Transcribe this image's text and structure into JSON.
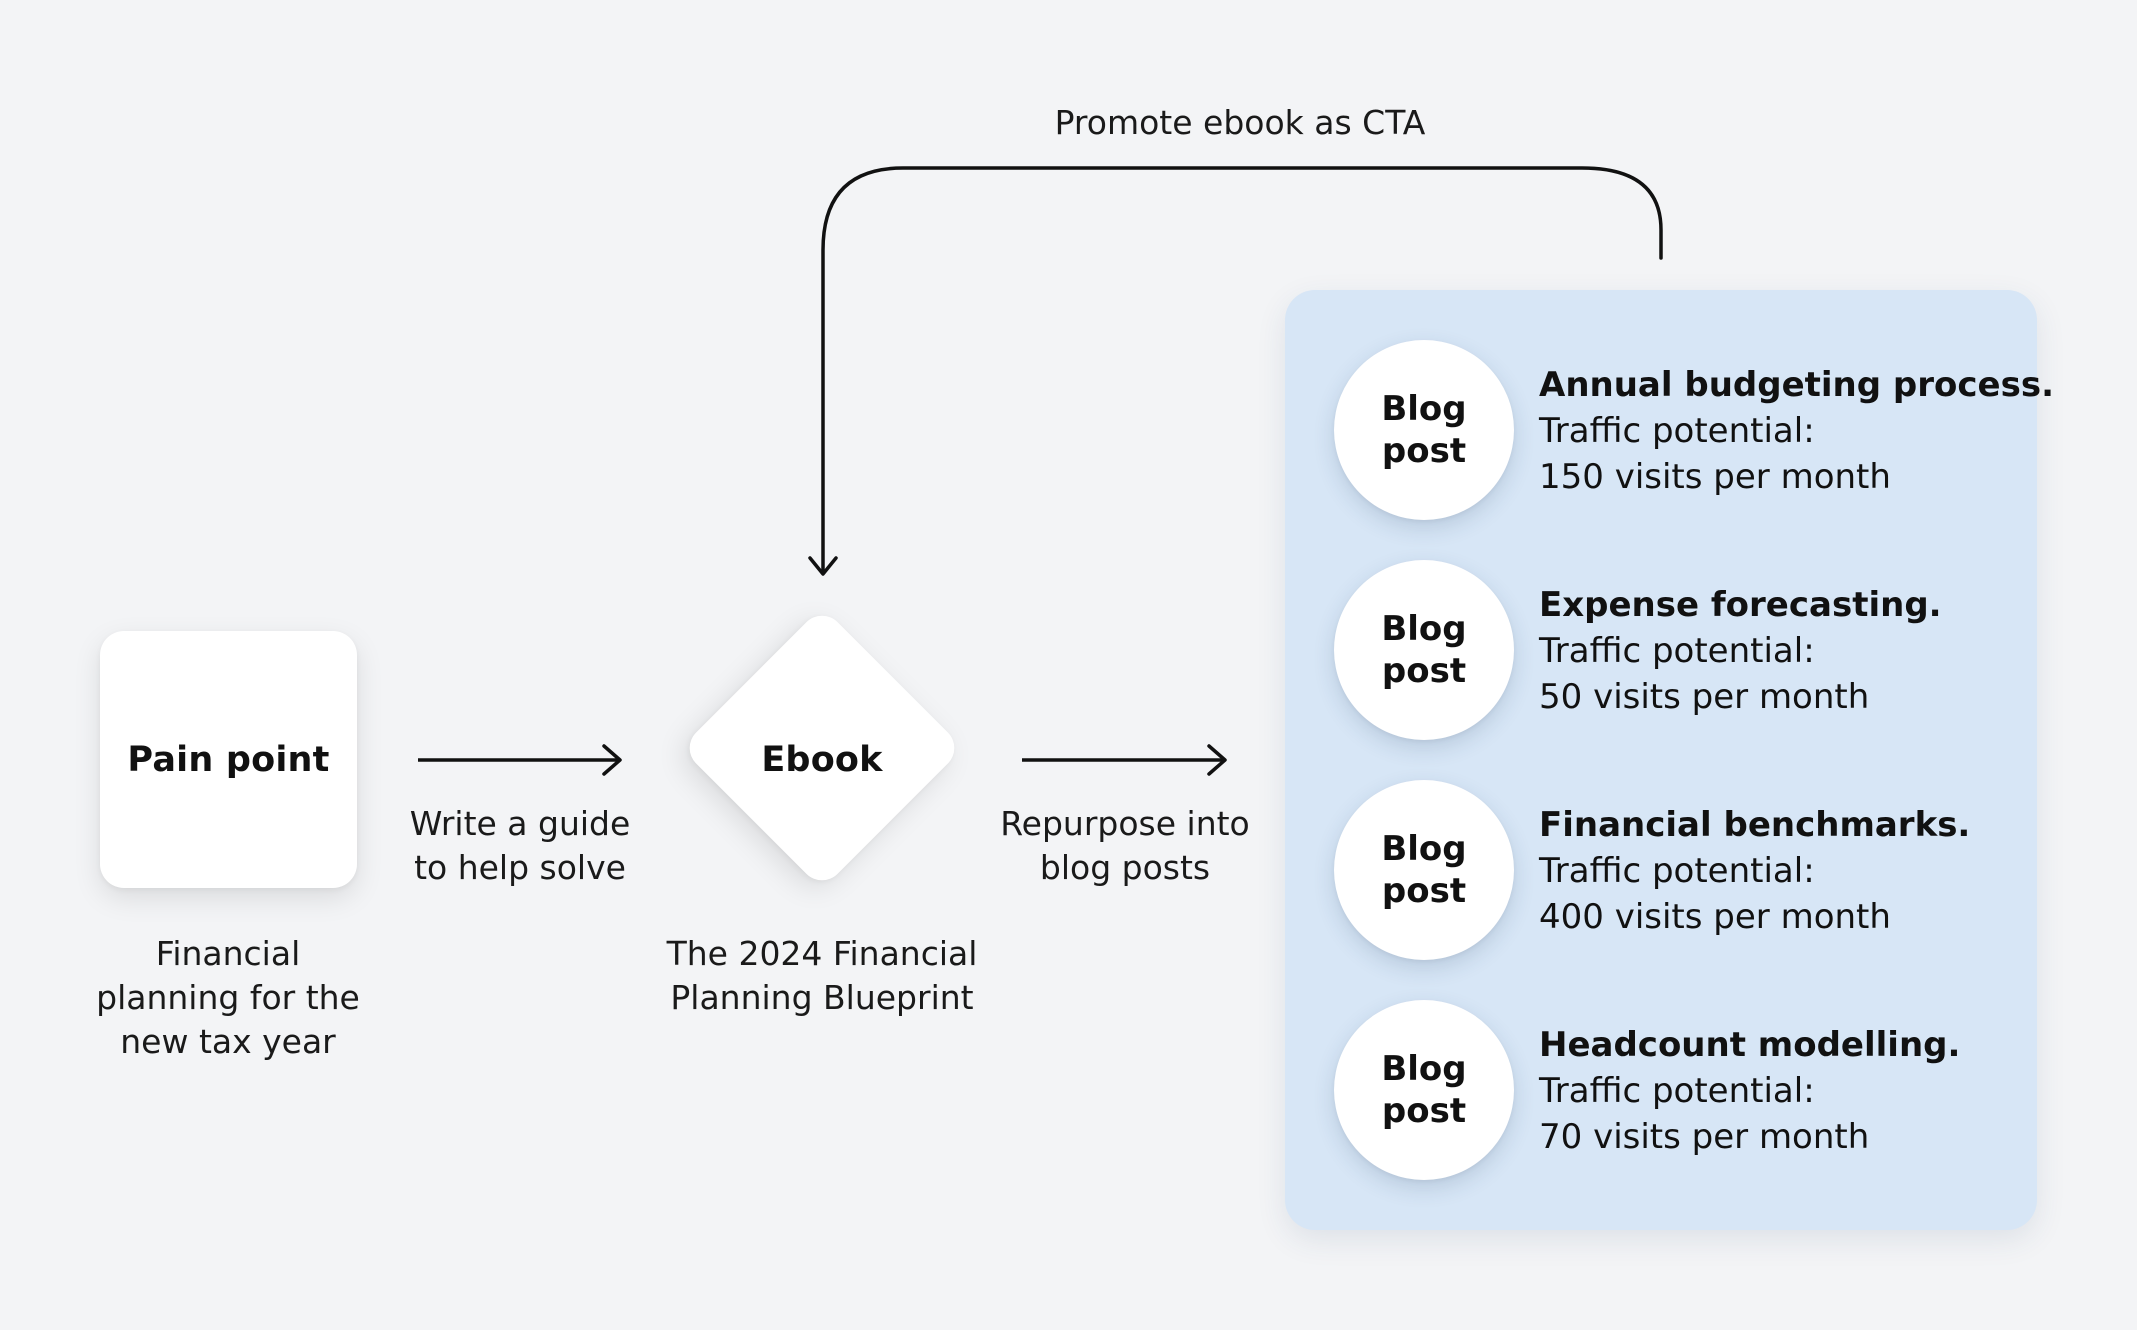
{
  "diagram": {
    "pain_point": {
      "label": "Pain point",
      "caption": [
        "Financial",
        "planning for the",
        "new tax year"
      ]
    },
    "step_guide": [
      "Write a guide",
      "to help solve"
    ],
    "ebook": {
      "label": "Ebook",
      "caption": [
        "The 2024 Financial",
        "Planning Blueprint"
      ]
    },
    "step_repurpose": [
      "Repurpose into",
      "blog posts"
    ],
    "feedback_label": "Promote ebook as CTA",
    "blog_posts": [
      {
        "circle": [
          "Blog",
          "post"
        ],
        "title": "Annual budgeting process.",
        "traffic_label": "Traffic potential:",
        "traffic_value": "150 visits per month"
      },
      {
        "circle": [
          "Blog",
          "post"
        ],
        "title": "Expense forecasting.",
        "traffic_label": "Traffic potential:",
        "traffic_value": "50 visits per month"
      },
      {
        "circle": [
          "Blog",
          "post"
        ],
        "title": "Financial benchmarks.",
        "traffic_label": "Traffic potential:",
        "traffic_value": "400 visits per month"
      },
      {
        "circle": [
          "Blog",
          "post"
        ],
        "title": "Headcount modelling.",
        "traffic_label": "Traffic potential:",
        "traffic_value": "70 visits per month"
      }
    ],
    "colors": {
      "background": "#f3f4f6",
      "panel": "#d7e6f6",
      "node": "#ffffff",
      "stroke": "#111111"
    }
  }
}
